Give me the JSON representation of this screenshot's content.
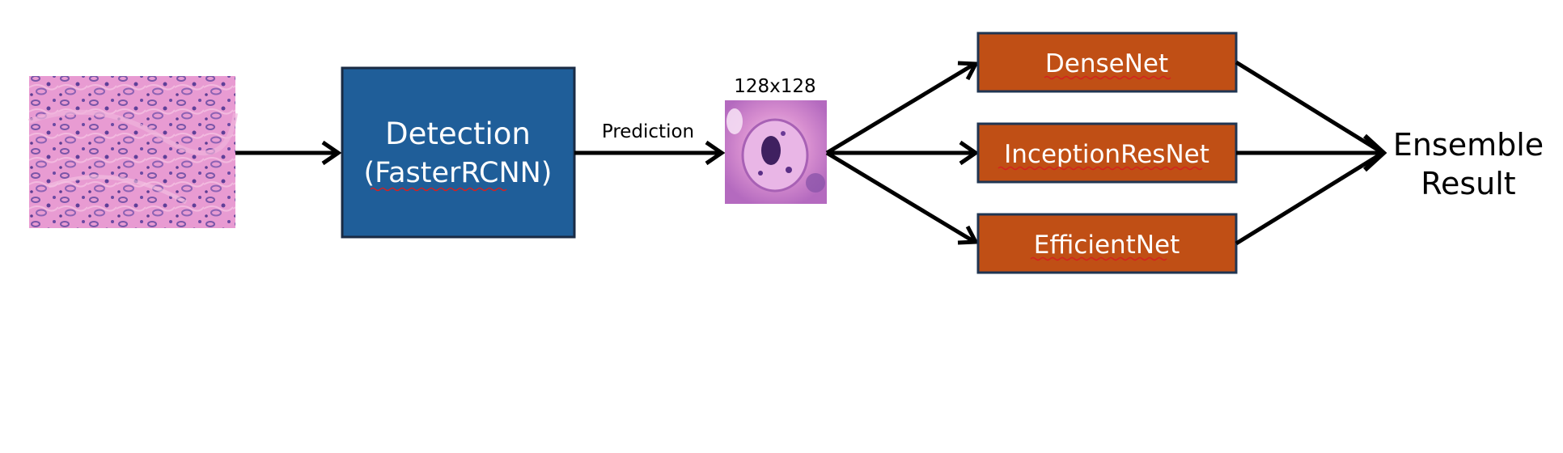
{
  "colors": {
    "detection_box": "#1f5e99",
    "detection_border": "#1a2b44",
    "model_box": "#c04f15",
    "model_border": "#1f3552",
    "arrow": "#000000",
    "spellcheck_underline": "#d62020",
    "tissue_pink": "#e79ad0",
    "tissue_purple": "#6a4aa0"
  },
  "input_image": {
    "icon": "histology-tissue-slide"
  },
  "detection": {
    "line1": "Detection",
    "line2": "(FasterRCNN)"
  },
  "prediction_label": "Prediction",
  "patch": {
    "size_label": "128x128",
    "icon": "cell-patch-image"
  },
  "models": [
    {
      "label": "DenseNet"
    },
    {
      "label": "InceptionResNet"
    },
    {
      "label": "EfficientNet"
    }
  ],
  "ensemble": {
    "line1": "Ensemble",
    "line2": "Result"
  }
}
